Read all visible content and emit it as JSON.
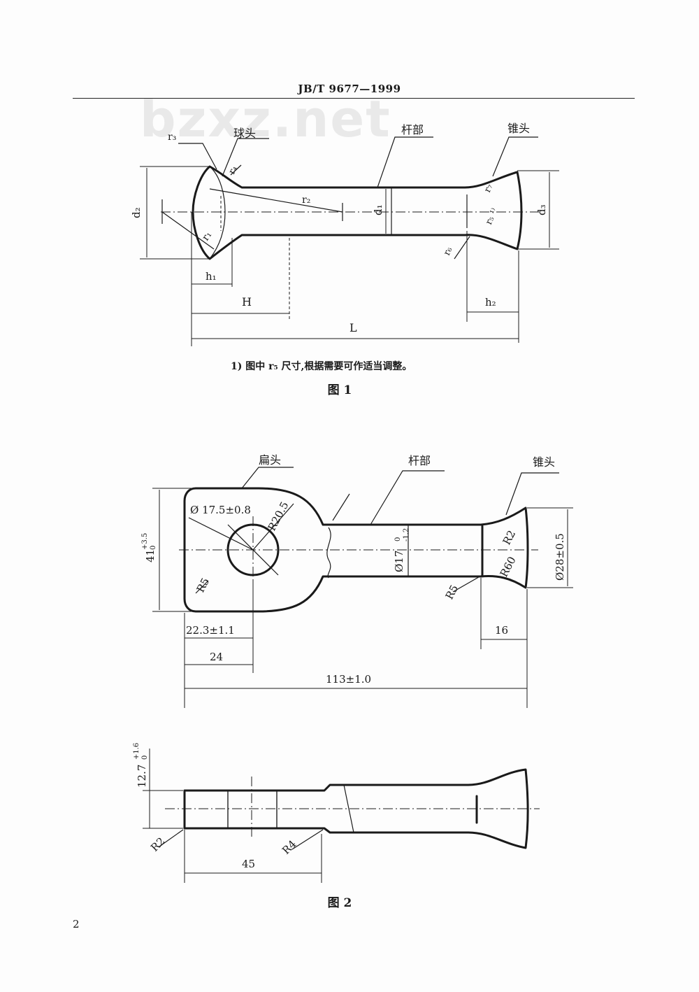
{
  "header": {
    "title": "JB/T 9677—1999"
  },
  "watermark": "bzxz.net",
  "figure1": {
    "labels": {
      "ball_head": "球头",
      "shank": "杆部",
      "cone_head": "锥头",
      "r3": "r₃",
      "r4": "r₄",
      "r2": "r₂",
      "r1": "r₁",
      "r7": "r₇",
      "r5": "r₅ ¹⁾",
      "r6": "r₆",
      "d1": "d₁",
      "d2": "d₂",
      "d3": "d₃",
      "h1": "h₁",
      "h2": "h₂",
      "H": "H",
      "L": "L"
    },
    "footnote": "1)  图中 r₅ 尺寸,根据需要可作适当调整。",
    "caption": "图 1"
  },
  "figure2": {
    "labels": {
      "flat_head": "扁头",
      "shank": "杆部",
      "cone_head": "锥头",
      "hole_dia": "Ø 17.5±0.8",
      "r20_5": "R20.5",
      "r5_head": "R5",
      "r5_neck": "R5",
      "r2": "R2",
      "r60": "R60",
      "shank_dia": "Ø17",
      "shank_dia_tol_upper": "0",
      "shank_dia_tol_lower": "-1.2",
      "cone_dia": "Ø28±0.5",
      "height": "41",
      "height_tol_upper": "+3.5",
      "height_tol_lower": "0",
      "dim_22_3": "22.3±1.1",
      "dim_24": "24",
      "dim_16": "16",
      "dim_113": "113±1.0",
      "thickness": "12.7",
      "thickness_tol_upper": "+1.6",
      "thickness_tol_lower": "0",
      "side_r2": "R2",
      "side_r4": "R4",
      "dim_45": "45"
    },
    "caption": "图 2"
  },
  "page_number": "2"
}
